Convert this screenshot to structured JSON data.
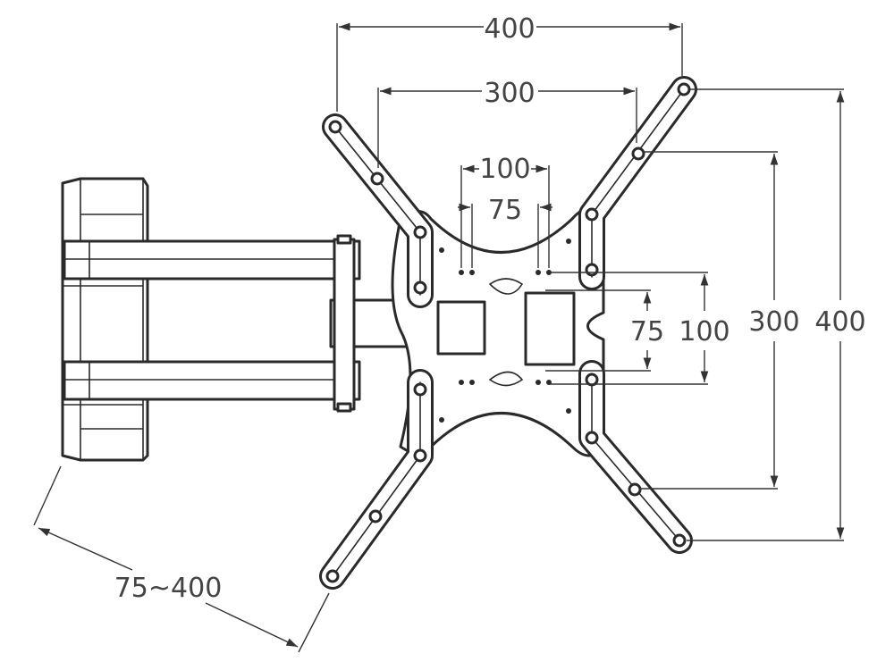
{
  "diagram": {
    "labels": {
      "width_400": "400",
      "width_300": "300",
      "width_100": "100",
      "width_75": "75",
      "height_75": "75",
      "height_100": "100",
      "height_300": "300",
      "height_400": "400",
      "extension": "75~400"
    }
  }
}
